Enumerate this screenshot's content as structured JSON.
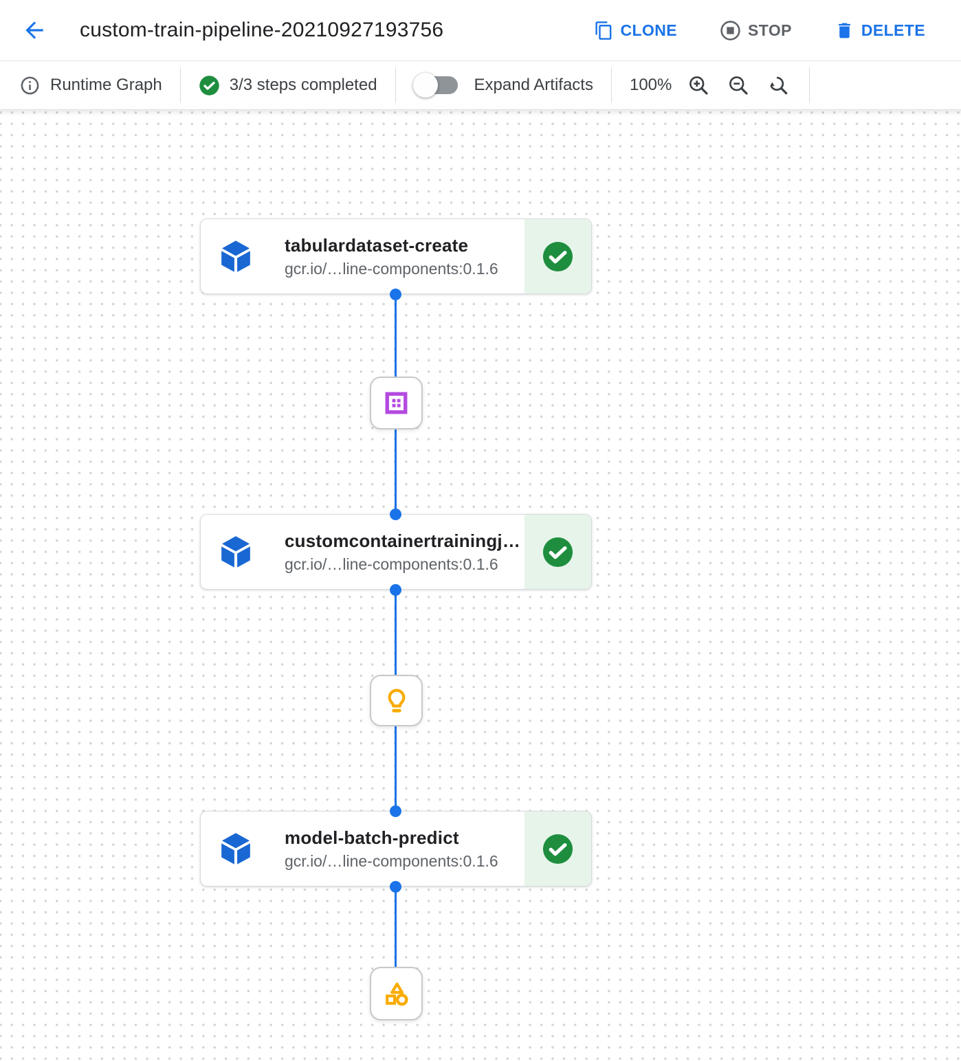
{
  "header": {
    "title": "custom-train-pipeline-20210927193756",
    "clone_label": "CLONE",
    "stop_label": "STOP",
    "delete_label": "DELETE"
  },
  "toolbar": {
    "view_label": "Runtime Graph",
    "steps_status": "3/3 steps completed",
    "expand_toggle_label": "Expand Artifacts",
    "expand_toggle_state": "off",
    "zoom_level": "100%"
  },
  "graph": {
    "nodes": [
      {
        "title": "tabulardataset-create",
        "subtitle": "gcr.io/…line-components:0.1.6",
        "status": "completed"
      },
      {
        "title": "customcontainertrainingj…",
        "subtitle": "gcr.io/…line-components:0.1.6",
        "status": "completed"
      },
      {
        "title": "model-batch-predict",
        "subtitle": "gcr.io/…line-components:0.1.6",
        "status": "completed"
      }
    ],
    "artifacts": [
      {
        "type": "dataset"
      },
      {
        "type": "model"
      },
      {
        "type": "generic-artifact"
      }
    ]
  },
  "colors": {
    "accent_blue": "#1a73e8",
    "component_blue": "#1967d2",
    "success_green": "#1e8e3e",
    "success_bg": "#e6f4ea",
    "dataset_purple": "#b44ae0",
    "artifact_amber": "#f9ab00",
    "secondary_text": "#5f6368"
  }
}
